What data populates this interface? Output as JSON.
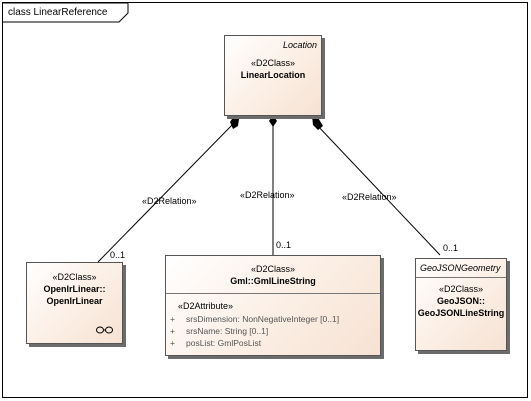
{
  "frame": {
    "label": "class LinearReference"
  },
  "classes": {
    "linear_location": {
      "stereotype": "«D2Class»",
      "name": "LinearLocation",
      "package": "Location"
    },
    "openlr_linear": {
      "stereotype": "«D2Class»",
      "name_line1": "OpenlrLinear::",
      "name_line2": "OpenlrLinear"
    },
    "gml_line_string": {
      "stereotype": "«D2Class»",
      "name": "Gml::GmlLineString",
      "attribute_stereotype": "«D2Attribute»",
      "attributes": [
        {
          "visibility": "+",
          "text": "srsDimension: NonNegativeInteger [0..1]"
        },
        {
          "visibility": "+",
          "text": "srsName: String [0..1]"
        },
        {
          "visibility": "+",
          "text": "posList: GmlPosList"
        }
      ]
    },
    "geojson_line_string": {
      "package": "GeoJSONGeometry",
      "stereotype": "«D2Class»",
      "name_line1": "GeoJSON::",
      "name_line2": "GeoJSONLineString"
    }
  },
  "relations": [
    {
      "stereotype": "«D2Relation»",
      "multiplicity": "0..1"
    },
    {
      "stereotype": "«D2Relation»",
      "multiplicity": "0..1"
    },
    {
      "stereotype": "«D2Relation»",
      "multiplicity": "0..1"
    }
  ],
  "colors": {
    "class_fill": "#fbeee4",
    "line": "#000000"
  }
}
